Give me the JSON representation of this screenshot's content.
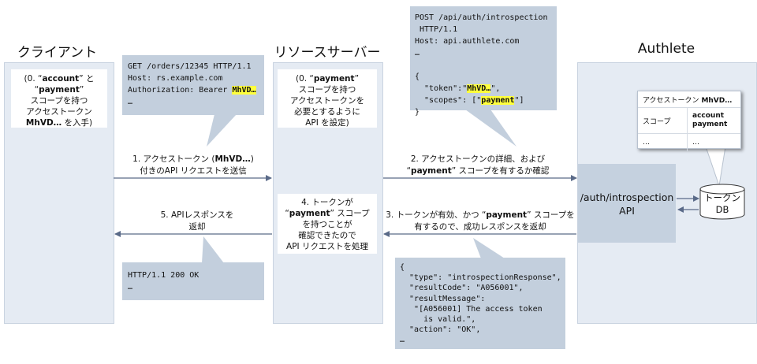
{
  "columns": {
    "client": "クライアント",
    "resource_server": "リソースサーバー",
    "authlete": "Authlete"
  },
  "client_note": {
    "pre1": "(0. “",
    "b1": "account",
    "mid1": "” と",
    "l2q1": "“",
    "b2": "payment",
    "l2q2": "”",
    "line3": "スコープを持つ",
    "line4": "アクセストークン",
    "b3": "MhVD…",
    "end": " を入手)"
  },
  "rs_note": {
    "pre1": "(0. “",
    "b1": "payment",
    "post1": "”",
    "line2": "スコープを持つ",
    "line3": "アクセストークンを",
    "line4": "必要とするように",
    "line5": "API を設定)"
  },
  "request_bubble": {
    "line1": "GET /orders/12345 HTTP/1.1",
    "line2": "Host: rs.example.com",
    "line3_pre": "Authorization: Bearer ",
    "line3_hl": "MhVD…",
    "line4": "…"
  },
  "intro_bubble": {
    "line1": "POST /api/auth/introspection",
    "line2": " HTTP/1.1",
    "line3": "Host: api.authlete.com",
    "line4": "…",
    "line5": "",
    "line6": "{",
    "line7_pre": "  \"token\":\"",
    "line7_hl": "MhVD…",
    "line7_post": "\",",
    "line8_pre": "  \"scopes\": [\"",
    "line8_hl": "payment",
    "line8_post": "\"]",
    "line9": "}"
  },
  "response_bubble": {
    "line1": "HTTP/1.1 200 OK",
    "line2": "…"
  },
  "result_bubble": {
    "lines": [
      "{",
      "  \"type\": \"introspectionResponse\",",
      "  \"resultCode\": \"A056001\",",
      "  \"resultMessage\":",
      "   \"[A056001] The access token",
      "     is valid.\",",
      "  \"action\": \"OK\",",
      "…"
    ]
  },
  "steps": {
    "s1_pre": "1. アクセストークン (",
    "s1_b": "MhVD…",
    "s1_post": ")",
    "s1_line2": "付きのAPI リクエストを送信",
    "s2_line1": "2. アクセストークンの詳細、および",
    "s2_q1": "“",
    "s2_b": "payment",
    "s2_post": "” スコープを有するか確認",
    "s3_pre": "3. トークンが有効、かつ “",
    "s3_b": "payment",
    "s3_post": "” スコープを",
    "s3_line2": "有するので、成功レスポンスを返却",
    "s4_line1": "4. トークンが",
    "s4_q1": "“",
    "s4_b": "payment",
    "s4_post": "” スコープ",
    "s4_line3": "を持つことが",
    "s4_line4": "確認できたので",
    "s4_line5": "API リクエストを処理",
    "s5_line1": "5. APIレスポンスを",
    "s5_line2": "返却"
  },
  "introspection_api": {
    "line1": "/auth/introspection",
    "line2": "API"
  },
  "token_db": {
    "line1": "トークン",
    "line2": "DB"
  },
  "token_table": {
    "r1c1": "アクセストークン",
    "r1c2": "MhVD…",
    "r2c1": "スコープ",
    "r2c2a": "account",
    "r2c2b": "payment",
    "r3c1": "…",
    "r3c2": "…"
  },
  "colors": {
    "lane": "#e5ebf3",
    "bubble": "#c3cfdd",
    "highlight": "#ffff3c",
    "arrow": "#5a6a88"
  }
}
